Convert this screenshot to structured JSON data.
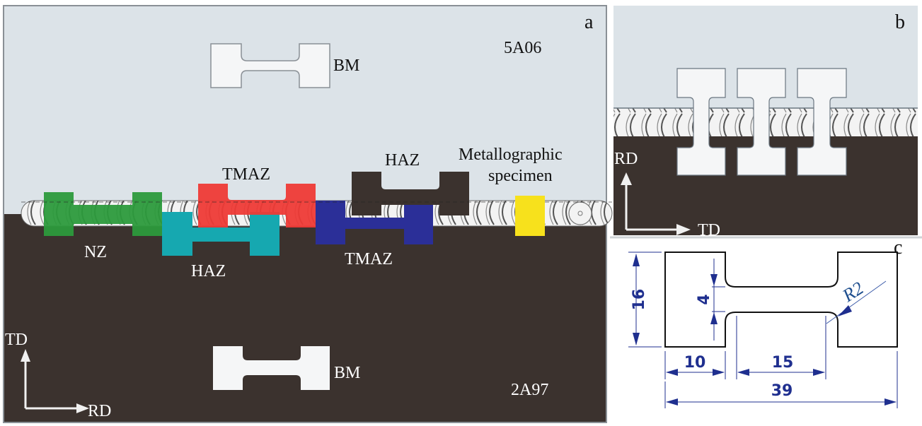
{
  "figure": {
    "panels": {
      "a": {
        "label": "a",
        "top_material": "5A06",
        "bottom_material": "2A97",
        "specimens": {
          "bm_top": "BM",
          "bm_bottom": "BM",
          "nz": "NZ",
          "haz_advancing": "HAZ",
          "tmaz_advancing": "TMAZ",
          "tmaz_retreating": "TMAZ",
          "haz_retreating": "HAZ",
          "metallographic": "Metallographic",
          "metallographic_line2": "specimen"
        },
        "axes": {
          "vertical": "TD",
          "horizontal": "RD"
        }
      },
      "b": {
        "label": "b",
        "axes": {
          "vertical": "RD",
          "horizontal": "TD"
        },
        "specimen_count": 3
      },
      "c": {
        "label": "c",
        "dimensions": {
          "total_length": "39",
          "grip_length": "10",
          "gauge_length": "15",
          "total_width": "16",
          "gauge_width": "4",
          "fillet_radius": "R2"
        }
      }
    },
    "colors": {
      "light_metal": "#dce3e8",
      "dark_metal": "#3b322e",
      "nz": "#2c9a3c",
      "haz_cyan": "#16a8b0",
      "tmaz_red": "#ee3a36",
      "tmaz_blue": "#2b2f98",
      "haz_dark": "#3b322e",
      "metallographic": "#f7e11c",
      "dimension": "#1f2f8f"
    }
  }
}
